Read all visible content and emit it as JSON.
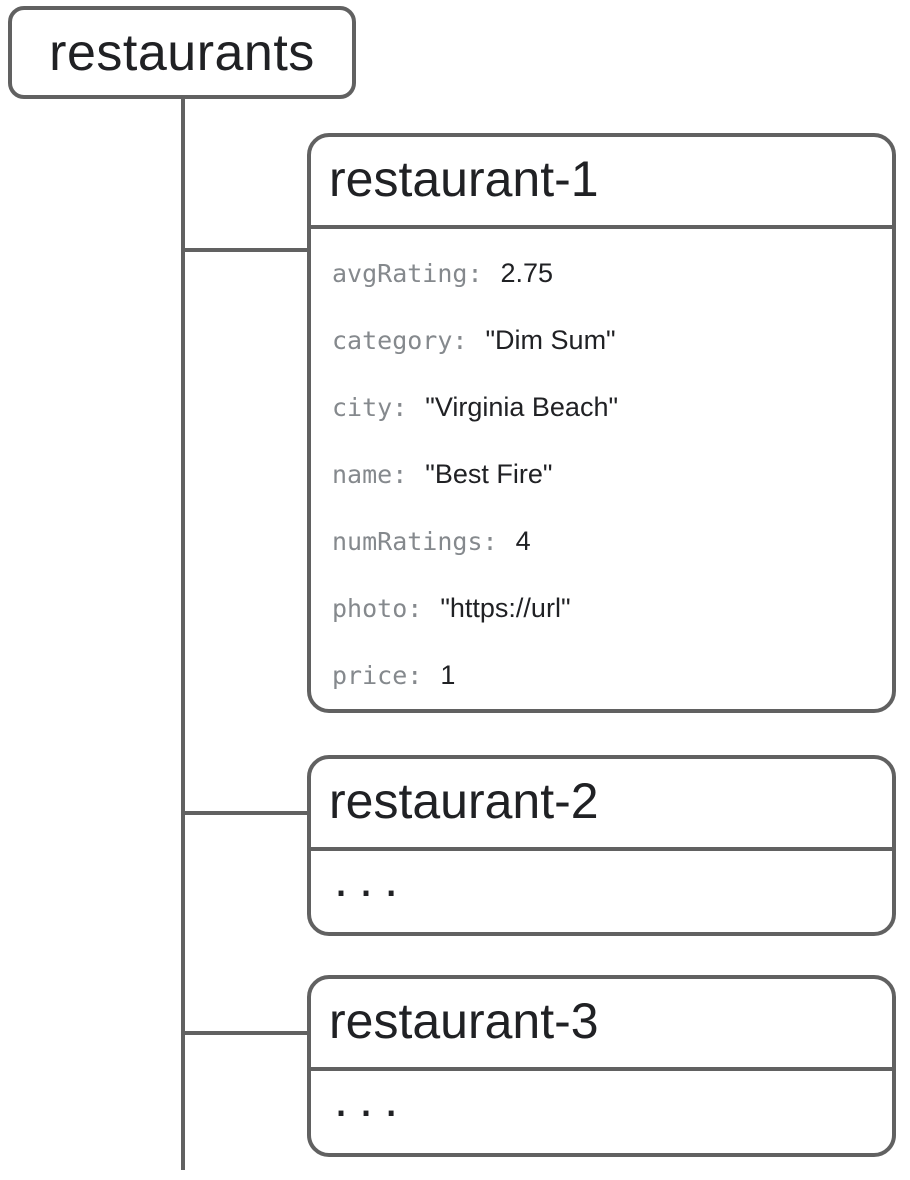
{
  "colors": {
    "border": "#616161",
    "header-text": "#202124",
    "key-text": "#85898d",
    "value-text": "#202124",
    "bg": "#ffffff"
  },
  "collection": {
    "label": "restaurants"
  },
  "documents": [
    {
      "id": "restaurant-1",
      "fields": [
        {
          "key": "avgRating:",
          "value": "2.75"
        },
        {
          "key": "category:",
          "value": "\"Dim Sum\""
        },
        {
          "key": "city:",
          "value": "\"Virginia Beach\""
        },
        {
          "key": "name:",
          "value": "\"Best Fire\""
        },
        {
          "key": "numRatings:",
          "value": "4"
        },
        {
          "key": "photo:",
          "value": "\"https://url\""
        },
        {
          "key": "price:",
          "value": "1"
        }
      ]
    },
    {
      "id": "restaurant-2",
      "body": "..."
    },
    {
      "id": "restaurant-3",
      "body": "..."
    }
  ]
}
